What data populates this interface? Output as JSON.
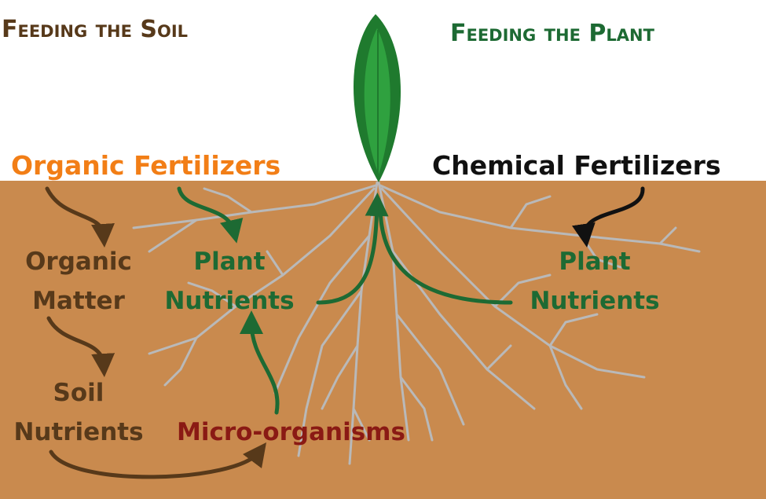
{
  "headings": {
    "soil": "Feeding the Soil",
    "plant": "Feeding the Plant"
  },
  "left": {
    "organic_fertilizers": "Organic Fertilizers",
    "organic_matter": [
      "Organic",
      "Matter"
    ],
    "soil_nutrients": [
      "Soil",
      "Nutrients"
    ],
    "plant_nutrients": [
      "Plant",
      "Nutrients"
    ],
    "micro_organisms": "Micro-organisms"
  },
  "right": {
    "chemical_fertilizers": "Chemical Fertilizers",
    "plant_nutrients": [
      "Plant",
      "Nutrients"
    ]
  },
  "colors": {
    "soil": "#c98a4e",
    "brown_text": "#57391a",
    "green_text": "#1d6a33",
    "orange_text": "#f27e16",
    "red_text": "#8a1a14",
    "roots": "#b9b9b9",
    "leaf_dark": "#1f7a2e",
    "leaf_light": "#2fa13f"
  }
}
